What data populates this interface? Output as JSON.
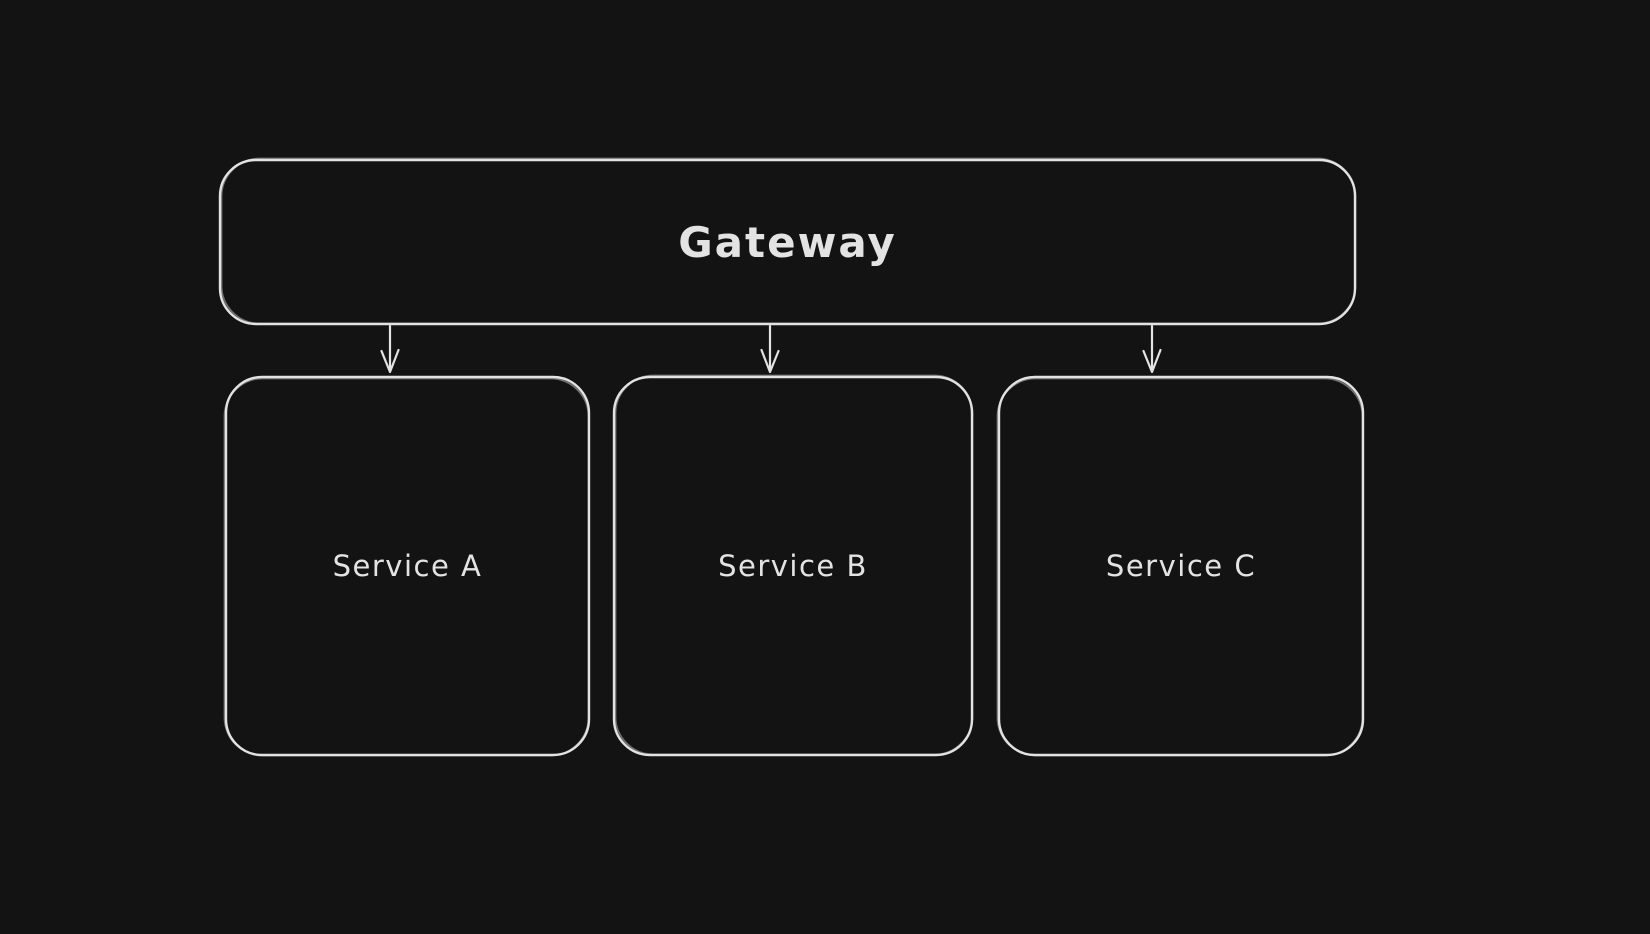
{
  "diagram": {
    "colors": {
      "background": "#131313",
      "stroke": "#e3e3e3",
      "text": "#e3e3e3"
    },
    "nodes": [
      {
        "id": "gateway",
        "label": "Gateway"
      },
      {
        "id": "service-a",
        "label": "Service A"
      },
      {
        "id": "service-b",
        "label": "Service B"
      },
      {
        "id": "service-c",
        "label": "Service C"
      }
    ],
    "edges": [
      {
        "from": "gateway",
        "to": "service-a"
      },
      {
        "from": "gateway",
        "to": "service-b"
      },
      {
        "from": "gateway",
        "to": "service-c"
      }
    ]
  }
}
